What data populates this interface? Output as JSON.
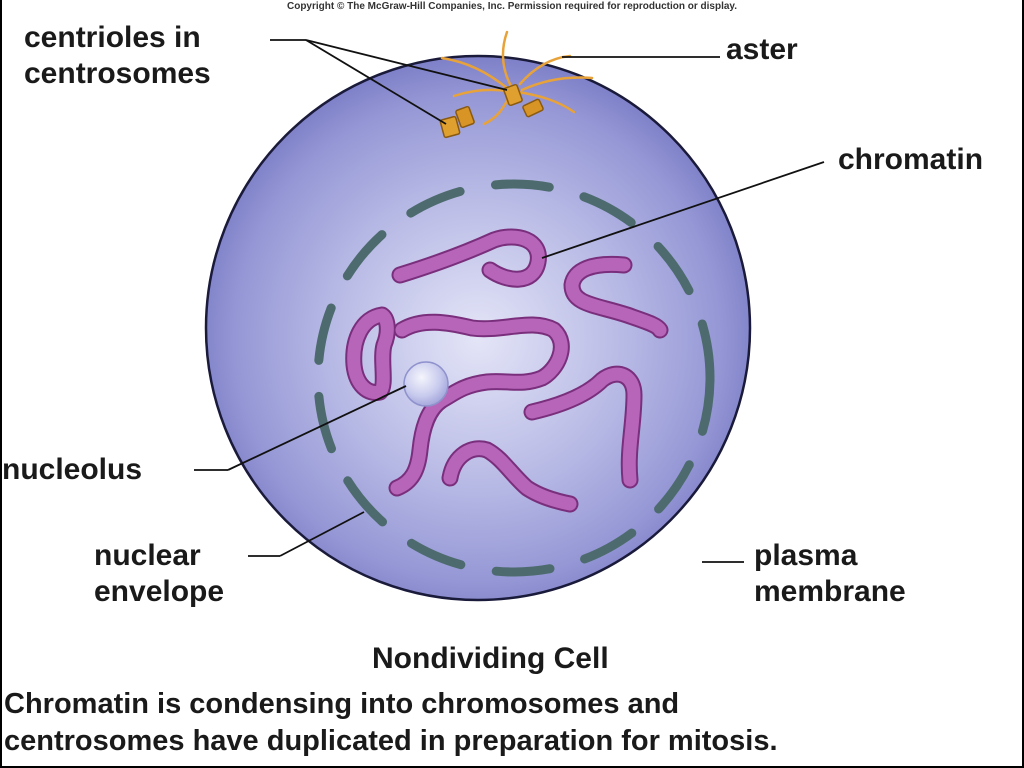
{
  "copyright": "Copyright © The McGraw-Hill Companies, Inc. Permission required for reproduction or display.",
  "labels": {
    "centrioles_line1": "centrioles in",
    "centrioles_line2": "centrosomes",
    "aster": "aster",
    "chromatin": "chromatin",
    "nucleolus": "nucleolus",
    "nuclear_line1": "nuclear",
    "nuclear_line2": "envelope",
    "plasma_line1": "plasma",
    "plasma_line2": "membrane"
  },
  "title": "Nondividing Cell",
  "caption": {
    "line1": "Chromatin is condensing into chromosomes and",
    "line2": "centrosomes have duplicated in preparation for mitosis."
  },
  "colors": {
    "cytoplasm": "#9d9fda",
    "membrane": "#1a1a3a",
    "nuclear_envelope": "#4d6b6e",
    "chromatin": "#b765b9",
    "chromatin_outline": "#7a2f7c",
    "nucleolus": "#c8cbee",
    "centriole": "#e0a030",
    "aster": "#e8a23a"
  }
}
